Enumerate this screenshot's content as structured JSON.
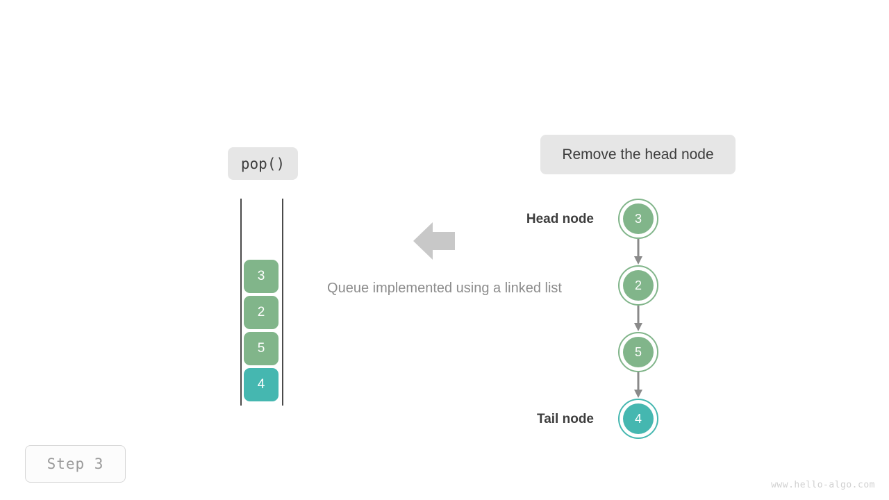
{
  "operation": {
    "label": "pop()"
  },
  "description": {
    "label": "Remove the head node"
  },
  "caption": {
    "text": "Queue implemented using a linked list"
  },
  "queue": {
    "blocks": [
      {
        "value": "3",
        "color": "#81b58a",
        "highlight": false
      },
      {
        "value": "2",
        "color": "#81b58a",
        "highlight": false
      },
      {
        "value": "5",
        "color": "#81b58a",
        "highlight": false
      },
      {
        "value": "4",
        "color": "#45b7b0",
        "highlight": true
      }
    ]
  },
  "linked_list": {
    "head_label": "Head node",
    "tail_label": "Tail node",
    "nodes": [
      {
        "value": "3",
        "color": "#81b58a",
        "highlight": false
      },
      {
        "value": "2",
        "color": "#81b58a",
        "highlight": false
      },
      {
        "value": "5",
        "color": "#81b58a",
        "highlight": false
      },
      {
        "value": "4",
        "color": "#45b7b0",
        "highlight": true
      }
    ]
  },
  "arrow": {
    "direction": "left",
    "color": "#c8c8c8"
  },
  "step": {
    "label": "Step 3"
  },
  "footer": {
    "text": "www.hello-algo.com"
  },
  "colors": {
    "green": "#81b58a",
    "teal": "#45b7b0",
    "chip_bg": "#e6e6e6",
    "text_dark": "#3d3d3d",
    "text_muted": "#8c8c8c",
    "connector": "#8a8a8a"
  }
}
